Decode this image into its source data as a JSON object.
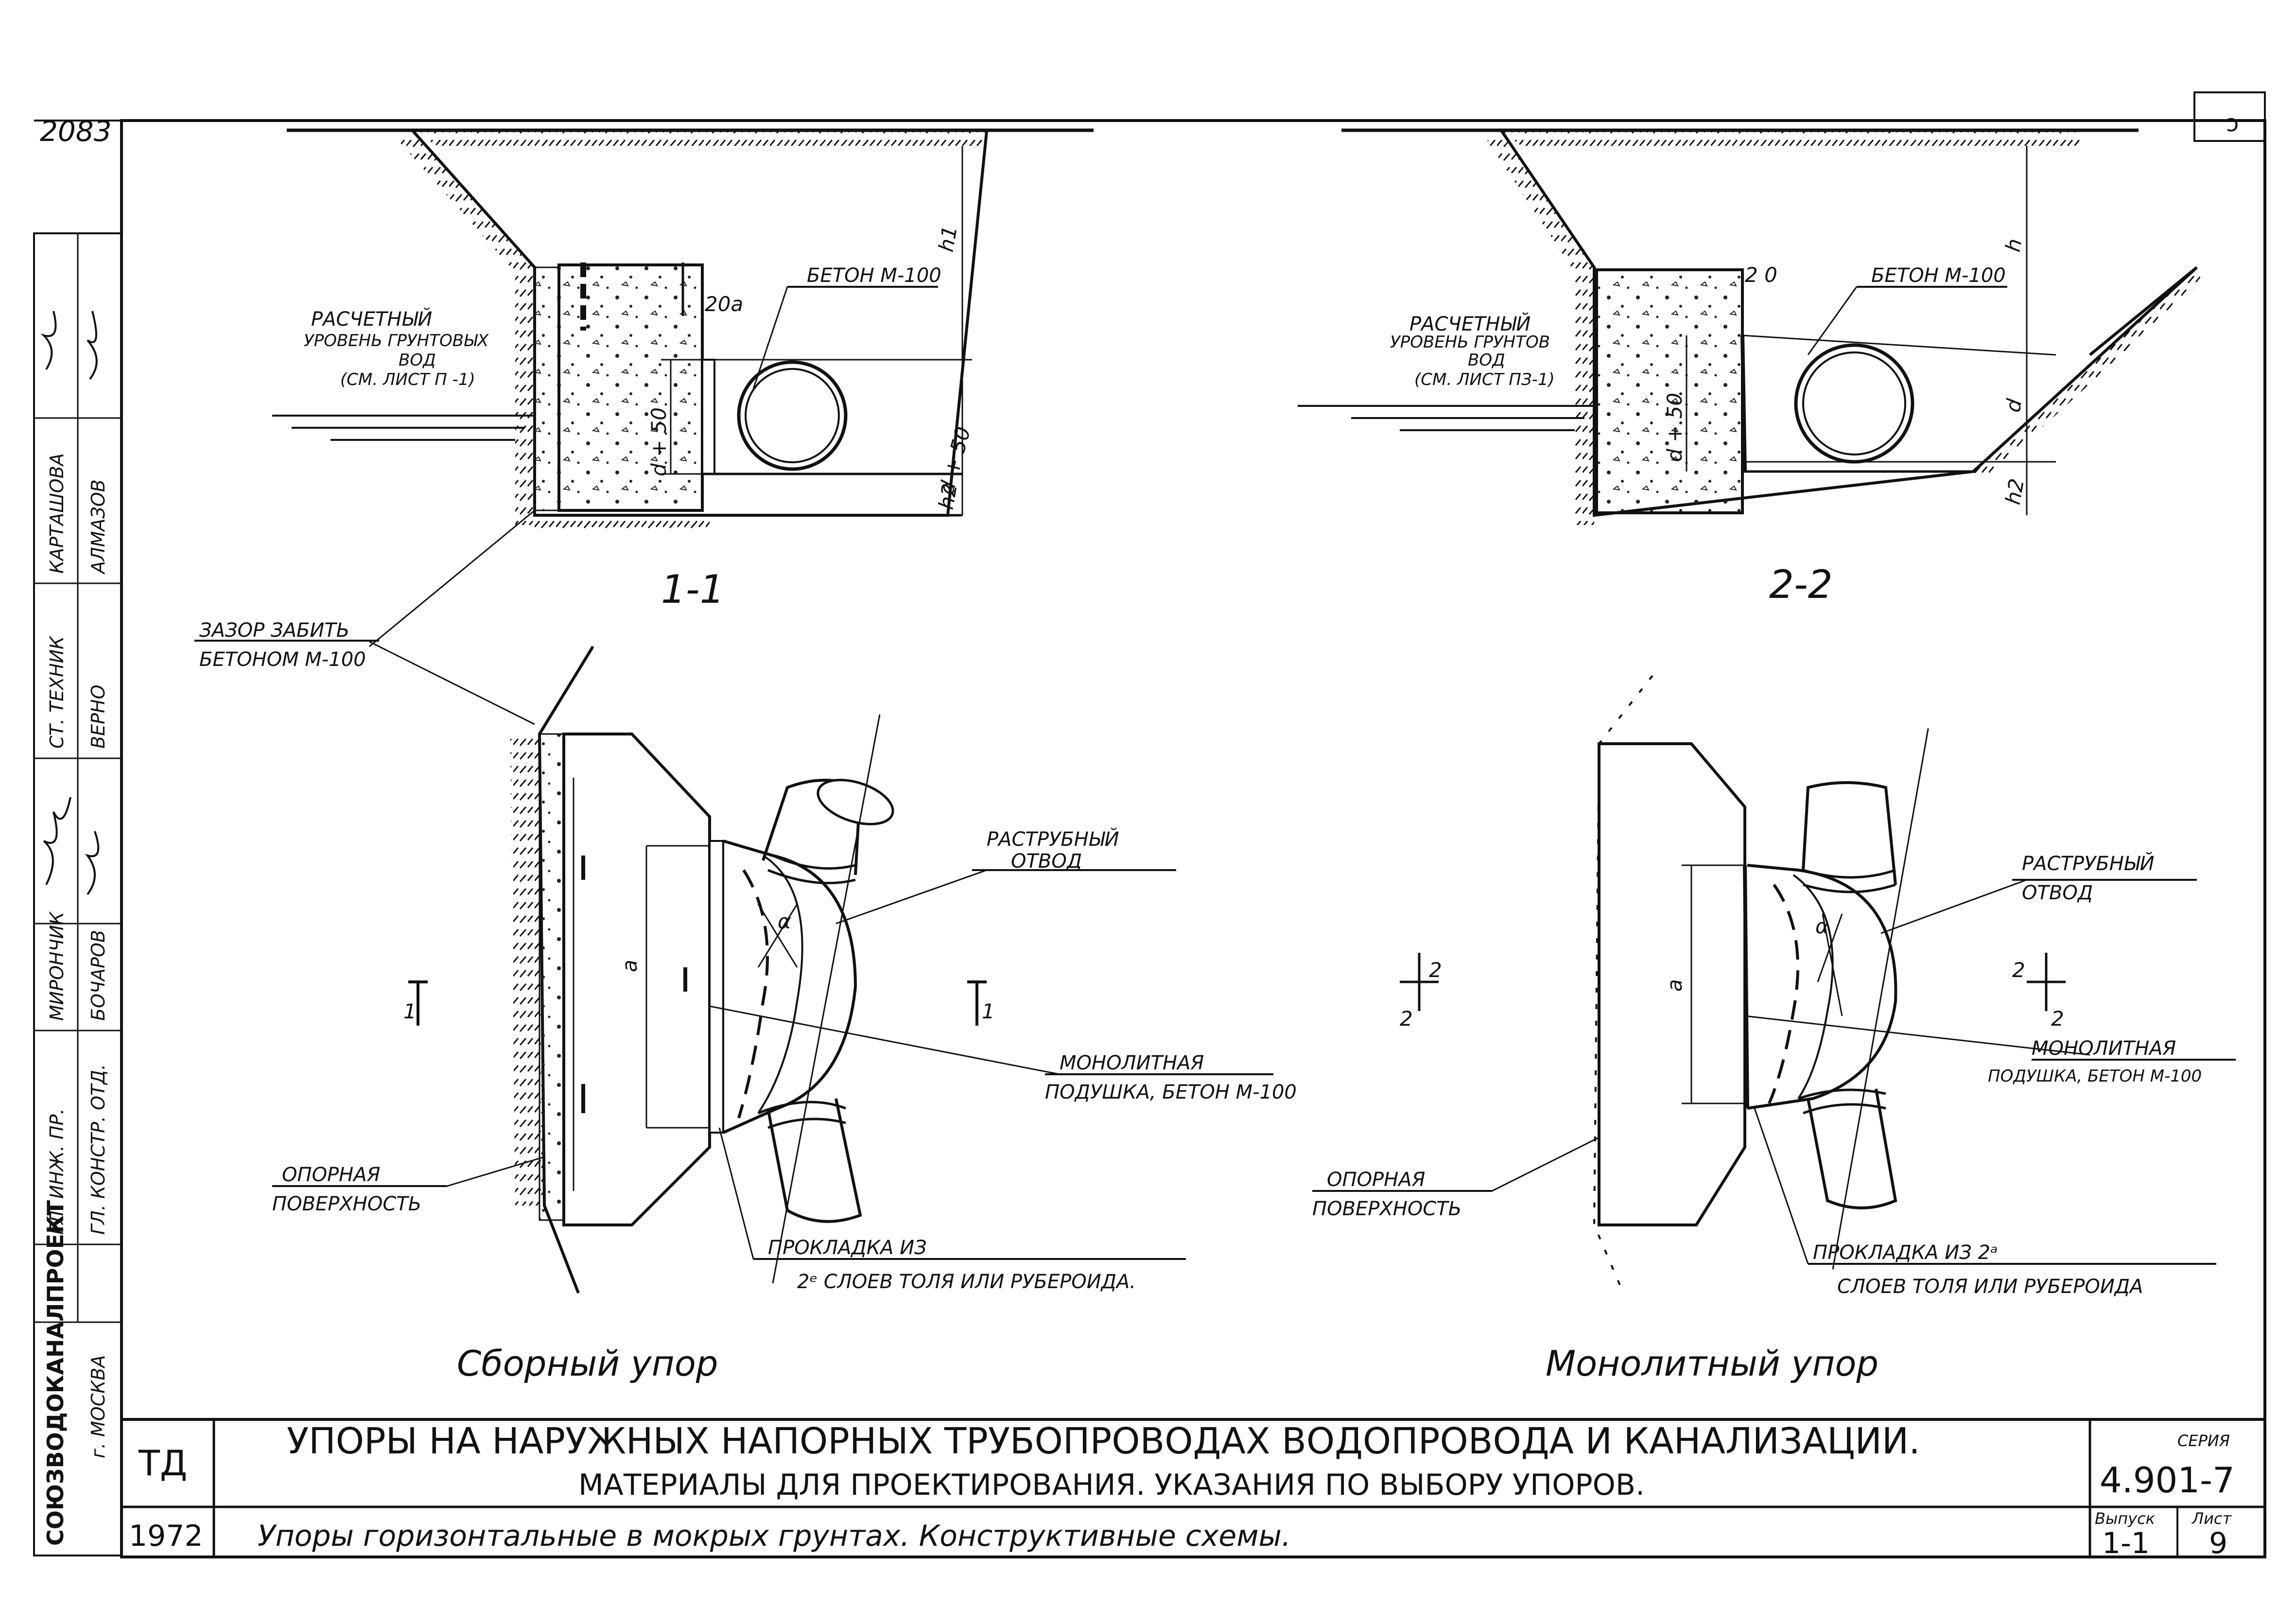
{
  "sheet_mark": "2083",
  "corner_mark": "ɔ",
  "section_1": {
    "label": "1-1",
    "concrete": "БЕТОН М-100",
    "water_level_line1": "РАСЧЕТНЫЙ",
    "water_level_line2": "УРОВЕНЬ ГРУНТОВЫХ",
    "water_level_line3": "ВОД",
    "water_level_ref": "(СМ. ЛИСТ П -1)",
    "dim_gap": "20а",
    "dim_d50": "d + 50",
    "dim_d": "d + 50",
    "dim_h1": "h1",
    "dim_h2": "h2"
  },
  "section_2": {
    "label": "2-2",
    "concrete": "БЕТОН М-100",
    "water_level_line1": "РАСЧЕТНЫЙ",
    "water_level_line2": "УРОВЕНЬ ГРУНТОВ",
    "water_level_line3": "ВОД",
    "water_level_ref": "(СМ. ЛИСТ ПЗ-1)",
    "dim_gap": "2 0",
    "dim_d50": "d + 50",
    "dim_d": "d",
    "dim_h": "h",
    "dim_h2": "h2"
  },
  "gap_note_line1": "ЗАЗОР ЗАБИТЬ",
  "gap_note_line2": "БЕТОНОМ М-100",
  "left_plan": {
    "caption": "Сборный упор",
    "bend_line1": "РАСТРУБНЫЙ",
    "bend_line2": "ОТВОД",
    "cushion_line1": "МОНОЛИТНАЯ",
    "cushion_line2": "ПОДУШКА, БЕТОН М-100",
    "support_line1": "ОПОРНАЯ",
    "support_line2": "ПОВЕРХНОСТЬ",
    "gasket_line1": "ПРОКЛАДКА ИЗ",
    "gasket_line2": "2ᵉ СЛОЕВ ТОЛЯ ИЛИ РУБЕРОИДА.",
    "dim_a": "a",
    "angle": "α",
    "cut_left": "1",
    "cut_right": "1"
  },
  "right_plan": {
    "caption": "Монолитный упор",
    "bend_line1": "РАСТРУБНЫЙ",
    "bend_line2": "ОТВОД",
    "cushion_line1": "МОНОЛИТНАЯ",
    "cushion_line2": "ПОДУШКА, БЕТОН М-100",
    "support_line1": "ОПОРНАЯ",
    "support_line2": "ПОВЕРХНОСТЬ",
    "gasket_line1": "ПРОКЛАДКА ИЗ 2ᵃ",
    "gasket_line2": "СЛОЕВ ТОЛЯ ИЛИ РУБЕРОИДА",
    "dim_a": "a",
    "angle": "α",
    "cut_left_top": "2",
    "cut_left_bottom": "2",
    "cut_right_top": "2",
    "cut_right_bottom": "2"
  },
  "title_block": {
    "org_code": "ТД",
    "year": "1972",
    "title_line1": "УПОРЫ НА НАРУЖНЫХ НАПОРНЫХ ТРУБОПРОВОДАХ ВОДОПРОВОДА И КАНАЛИЗАЦИИ.",
    "title_line2": "МАТЕРИАЛЫ ДЛЯ ПРОЕКТИРОВАНИЯ. УКАЗАНИЯ ПО ВЫБОРУ УПОРОВ.",
    "subtitle": "Упоры горизонтальные в мокрых грунтах. Конструктивные схемы.",
    "series_label": "СЕРИЯ",
    "series_value": "4.901-7",
    "issue_label": "Выпуск",
    "issue_value": "1-1",
    "sheet_label": "Лист",
    "sheet_value": "9"
  },
  "side_stamp": {
    "organization": "СОЮЗВОДОКАНАЛПРОЕКТ",
    "city": "г. МОСКВА",
    "roles": [
      "ГЛ. ИНЖ. ПР.",
      "ГЛ. КОНСТР. ОТД.",
      "СТ. ТЕХНИК",
      "ВЕРНО"
    ],
    "names": [
      "МИРОНЧИК",
      "БОЧАРОВ",
      "КАРТАШОВА",
      "АЛМАЗОВ"
    ]
  }
}
